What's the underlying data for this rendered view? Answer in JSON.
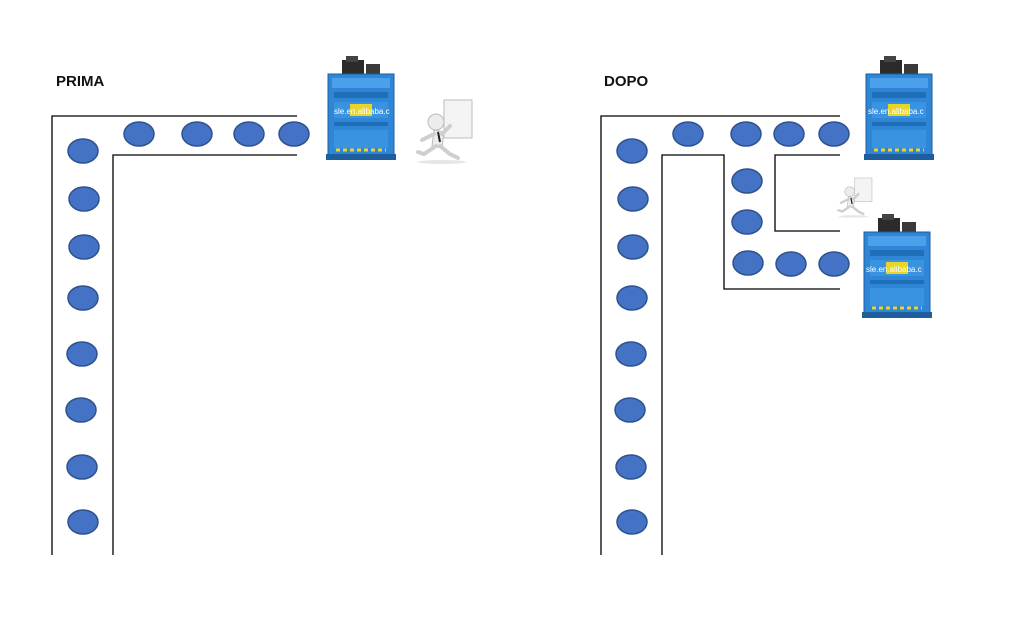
{
  "prima": {
    "title": "PRIMA"
  },
  "dopo": {
    "title": "DOPO"
  },
  "machine": {
    "watermark": "sle.en.alibaba.c",
    "body_color": "#2f86d6",
    "motor_color": "#2b2b2b"
  },
  "icons": {
    "machine": "baler-machine-icon",
    "person": "running-person-with-document-icon",
    "item": "item-ellipse"
  },
  "colors": {
    "item_fill": "#4472c4",
    "item_stroke": "#2f528f",
    "line": "#000000"
  }
}
